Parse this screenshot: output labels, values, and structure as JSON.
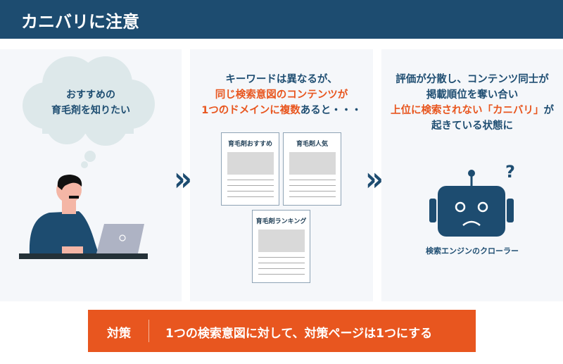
{
  "header": {
    "title": "カニバリに注意"
  },
  "panel1": {
    "thought_line1": "おすすめの",
    "thought_line2": "育毛剤を知りたい"
  },
  "panel2": {
    "line1": "キーワードは異なるが、",
    "line2": "同じ検索意図のコンテンツが",
    "line3_orange": "1つのドメインに複数",
    "line3_rest": "あると・・・",
    "docs": [
      "育毛剤おすすめ",
      "育毛剤人気",
      "育毛剤ランキング"
    ]
  },
  "panel3": {
    "line1": "評価が分散し、コンテンツ同士が",
    "line2": "掲載順位を奪い合い",
    "line3_orange": "上位に検索されない「カニバリ」",
    "line3_rest": "が",
    "line4": "起きている状態に",
    "robot_label": "検索エンジンのクローラー",
    "question": "?"
  },
  "arrow": "»",
  "bottom": {
    "label": "対策",
    "text": "1つの検索意図に対して、対策ページは1つにする"
  },
  "colors": {
    "primary": "#1d4c70",
    "accent": "#e8561f"
  }
}
